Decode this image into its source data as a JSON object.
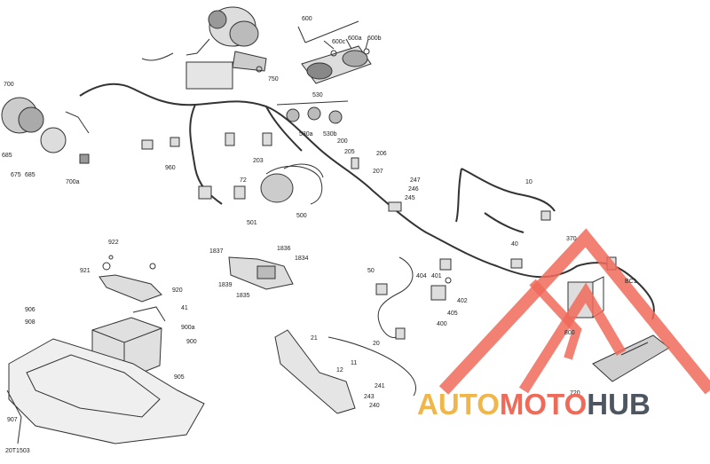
{
  "diagram": {
    "drawing_code": "20T1503",
    "callouts": [
      {
        "id": "c-600",
        "text": "600"
      },
      {
        "id": "c-600c",
        "text": "600c"
      },
      {
        "id": "c-600a",
        "text": "600a"
      },
      {
        "id": "c-600b",
        "text": "600b"
      },
      {
        "id": "c-750",
        "text": "750"
      },
      {
        "id": "c-530",
        "text": "530"
      },
      {
        "id": "c-530a",
        "text": "530a"
      },
      {
        "id": "c-530b",
        "text": "530b"
      },
      {
        "id": "c-200",
        "text": "200"
      },
      {
        "id": "c-205",
        "text": "205"
      },
      {
        "id": "c-206",
        "text": "206"
      },
      {
        "id": "c-207",
        "text": "207"
      },
      {
        "id": "c-247",
        "text": "247"
      },
      {
        "id": "c-246",
        "text": "246"
      },
      {
        "id": "c-245",
        "text": "245"
      },
      {
        "id": "c-10",
        "text": "10"
      },
      {
        "id": "c-700",
        "text": "700"
      },
      {
        "id": "c-685a",
        "text": "685"
      },
      {
        "id": "c-675",
        "text": "675"
      },
      {
        "id": "c-685b",
        "text": "685"
      },
      {
        "id": "c-700a",
        "text": "700a"
      },
      {
        "id": "c-960",
        "text": "960"
      },
      {
        "id": "c-203",
        "text": "203"
      },
      {
        "id": "c-72",
        "text": "72"
      },
      {
        "id": "c-501",
        "text": "501"
      },
      {
        "id": "c-500",
        "text": "500"
      },
      {
        "id": "c-40",
        "text": "40"
      },
      {
        "id": "c-370",
        "text": "370"
      },
      {
        "id": "c-922",
        "text": "922"
      },
      {
        "id": "c-921",
        "text": "921"
      },
      {
        "id": "c-920",
        "text": "920"
      },
      {
        "id": "c-1837",
        "text": "1837"
      },
      {
        "id": "c-1836",
        "text": "1836"
      },
      {
        "id": "c-1834",
        "text": "1834"
      },
      {
        "id": "c-1839",
        "text": "1839"
      },
      {
        "id": "c-1835",
        "text": "1835"
      },
      {
        "id": "c-50",
        "text": "50"
      },
      {
        "id": "c-404",
        "text": "404"
      },
      {
        "id": "c-401",
        "text": "401"
      },
      {
        "id": "c-402",
        "text": "402"
      },
      {
        "id": "c-405",
        "text": "405"
      },
      {
        "id": "c-400",
        "text": "400"
      },
      {
        "id": "c-bc1",
        "text": "BC1"
      },
      {
        "id": "c-800",
        "text": "800"
      },
      {
        "id": "c-906",
        "text": "906"
      },
      {
        "id": "c-908",
        "text": "908"
      },
      {
        "id": "c-41",
        "text": "41"
      },
      {
        "id": "c-900a",
        "text": "900a"
      },
      {
        "id": "c-900",
        "text": "900"
      },
      {
        "id": "c-905",
        "text": "905"
      },
      {
        "id": "c-907",
        "text": "907"
      },
      {
        "id": "c-21",
        "text": "21"
      },
      {
        "id": "c-20",
        "text": "20"
      },
      {
        "id": "c-11",
        "text": "11"
      },
      {
        "id": "c-12",
        "text": "12"
      },
      {
        "id": "c-241",
        "text": "241"
      },
      {
        "id": "c-243",
        "text": "243"
      },
      {
        "id": "c-240",
        "text": "240"
      },
      {
        "id": "c-720",
        "text": "720"
      }
    ]
  },
  "watermark": {
    "part1": "AUTO",
    "part2": "MOTO",
    "part3": "HUB",
    "colors": {
      "auto": "#f0b64a",
      "moto": "#f06a5a",
      "hub": "#4d5660",
      "triangle": "#f06a5a"
    }
  }
}
